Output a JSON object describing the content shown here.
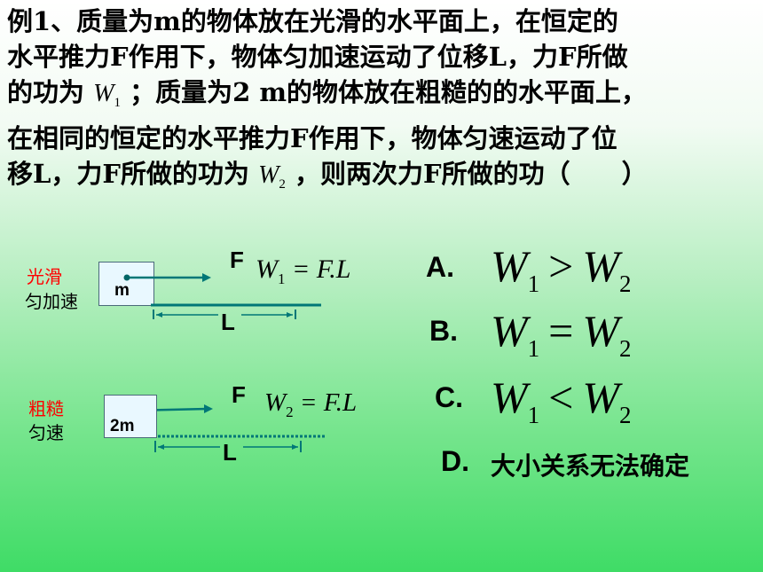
{
  "question": {
    "line1": "例1、质量为m的物体放在光滑的水平面上，在恒定的",
    "line2": "水平推力F作用下，物体匀加速运动了位移L，力F所做",
    "line3_pre": "的功为",
    "line3_post": "；质量为2 m的物体放在粗糙的的水平面上，",
    "line4": "在相同的恒定的水平推力F作用下，物体匀速运动了位",
    "line5_pre": "移L，力F所做的功为",
    "line5_post": "，则两次力F所做的功（　　）",
    "w1_var": "W",
    "w1_sub": "1",
    "w2_var": "W",
    "w2_sub": "2"
  },
  "diagram1": {
    "label_top": "光滑",
    "label_bottom": "匀加速",
    "box_text": "m",
    "force_label": "F",
    "disp_label": "L",
    "formula": {
      "lhs": "W",
      "sub": "1",
      "rhs": "= F.L"
    }
  },
  "diagram2": {
    "label_top": "粗糙",
    "label_bottom": "匀速",
    "box_text": "2m",
    "force_label": "F",
    "disp_label": "L",
    "formula": {
      "lhs": "W",
      "sub": "2",
      "rhs": "= F.L"
    }
  },
  "options": [
    {
      "letter": "A.",
      "lhs": "W",
      "lsub": "1",
      "op": ">",
      "rhs": "W",
      "rsub": "2"
    },
    {
      "letter": "B.",
      "lhs": "W",
      "lsub": "1",
      "op": "=",
      "rhs": "W",
      "rsub": "2"
    },
    {
      "letter": "C.",
      "lhs": "W",
      "lsub": "1",
      "op": "<",
      "rhs": "W",
      "rsub": "2"
    },
    {
      "letter": "D.",
      "text": "大小关系无法确定"
    }
  ],
  "colors": {
    "surface_label": "#ff0000",
    "diagram_line": "#007777",
    "box_fill": "#e9f8ff"
  }
}
